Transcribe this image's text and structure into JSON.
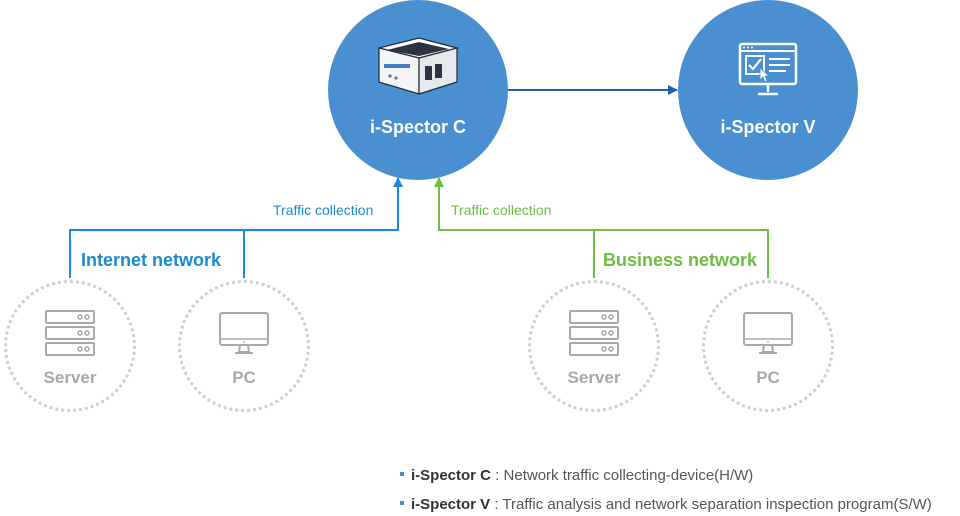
{
  "nodes": {
    "collector": {
      "label": "i-Spector C"
    },
    "viewer": {
      "label": "i-Spector V"
    }
  },
  "networks": {
    "internet": {
      "label": "Internet network",
      "flow_label": "Traffic collection",
      "color": "#1a8ad4",
      "devices": [
        {
          "label": "Server",
          "icon": "server-icon"
        },
        {
          "label": "PC",
          "icon": "monitor-icon"
        }
      ]
    },
    "business": {
      "label": "Business network",
      "flow_label": "Traffic collection",
      "color": "#6cbf3f",
      "devices": [
        {
          "label": "Server",
          "icon": "server-icon"
        },
        {
          "label": "PC",
          "icon": "monitor-icon"
        }
      ]
    }
  },
  "legend": [
    {
      "term": "i-Spector C",
      "description": " : Network traffic collecting-device(H/W)"
    },
    {
      "term": "i-Spector V",
      "description": " : Traffic analysis and network separation inspection program(S/W)"
    }
  ],
  "colors": {
    "node_fill": "#4a8fd0",
    "arrow": "#1f5fb0",
    "device_ring": "#cfcfcf",
    "device_icon": "#a8a8a8"
  }
}
